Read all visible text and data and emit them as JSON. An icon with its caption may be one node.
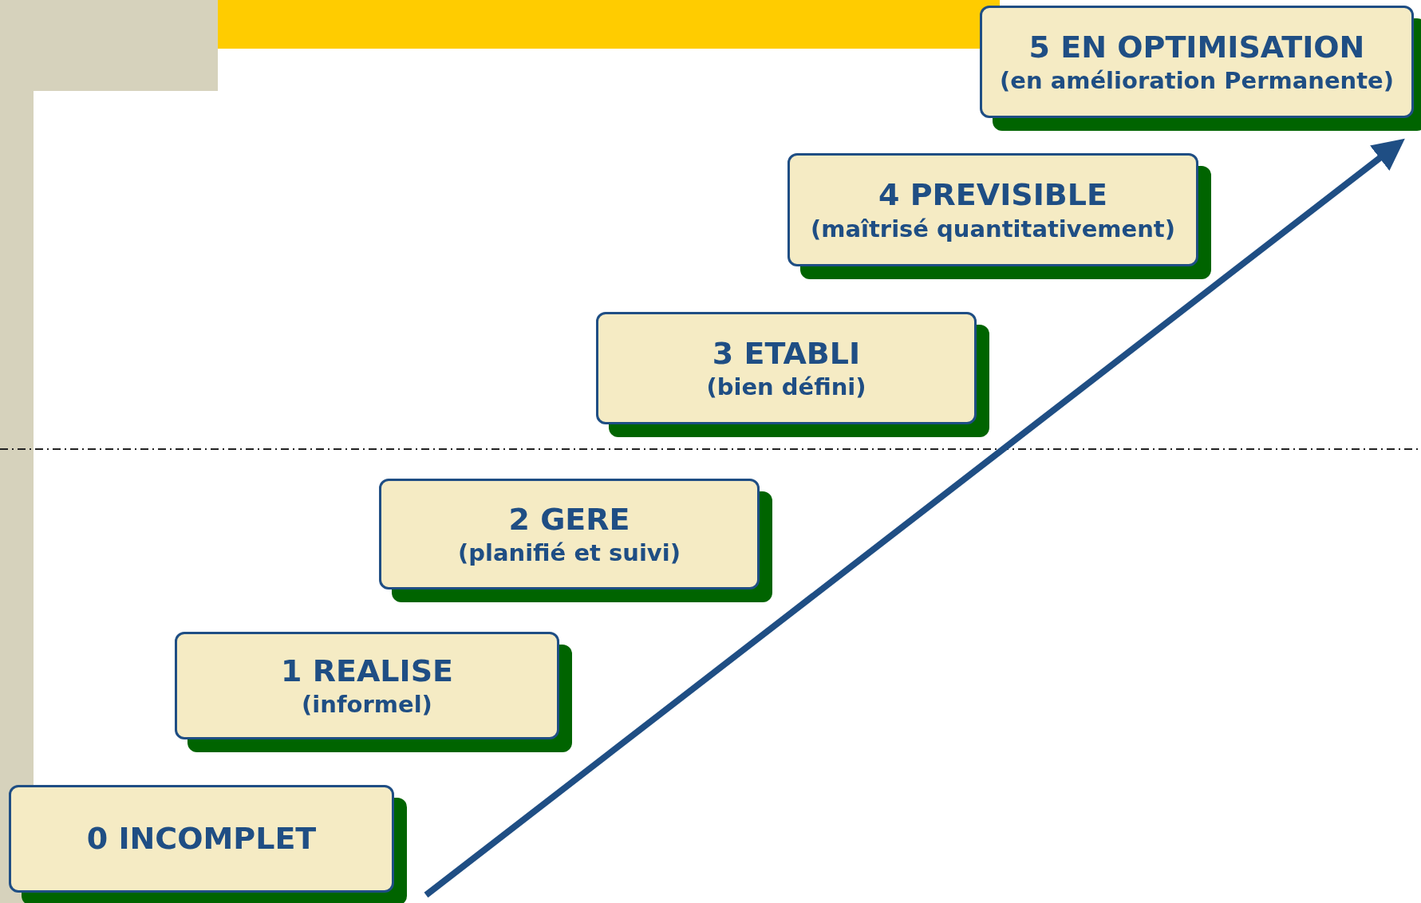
{
  "diagram": {
    "nodes": [
      {
        "text": [
          "0 INCOMPLET"
        ]
      },
      {
        "text": [
          "1 REALISE",
          "(informel)"
        ]
      },
      {
        "text": [
          "2 GERE",
          "(planifié et suivi)"
        ]
      },
      {
        "text": [
          "3 ETABLI",
          "(bien défini)"
        ]
      },
      {
        "text": [
          "4 PREVISIBLE",
          "(maîtrisé quantitativement)"
        ]
      },
      {
        "text": [
          "5 EN OPTIMISATION",
          "(en amélioration Permanente)"
        ]
      }
    ]
  }
}
